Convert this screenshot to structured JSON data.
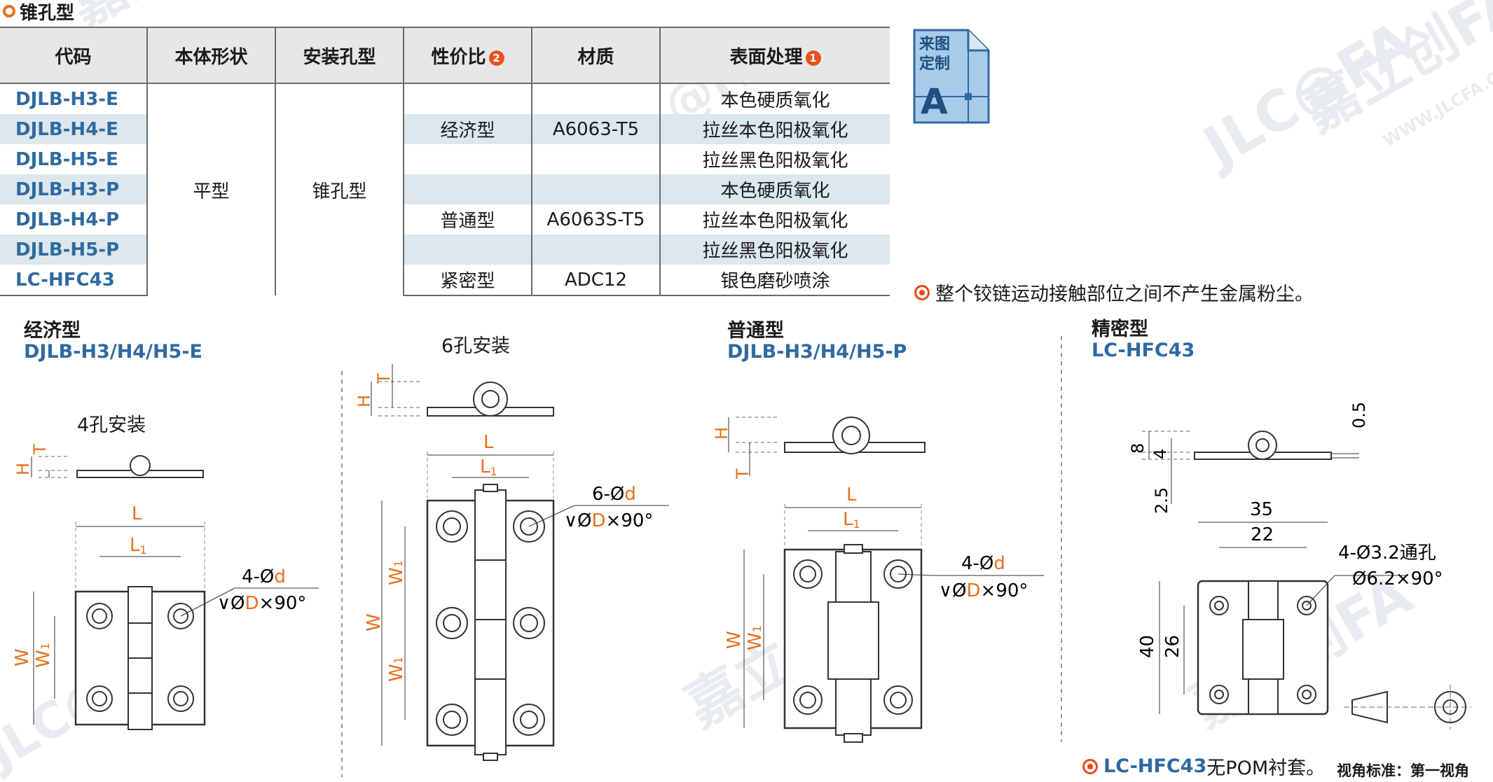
{
  "section_title": "锥孔型",
  "table": {
    "headers": [
      {
        "label": "代码",
        "marker": ""
      },
      {
        "label": "本体形状",
        "marker": ""
      },
      {
        "label": "安装孔型",
        "marker": ""
      },
      {
        "label": "性价比",
        "marker": "2"
      },
      {
        "label": "材质",
        "marker": ""
      },
      {
        "label": "表面处理",
        "marker": "1"
      }
    ],
    "codes": [
      "DJLB-H3-E",
      "DJLB-H4-E",
      "DJLB-H5-E",
      "DJLB-H3-P",
      "DJLB-H4-P",
      "DJLB-H5-P",
      "LC-HFC43"
    ],
    "body_shape": "平型",
    "hole_type": "锥孔型",
    "grade": [
      "经济型",
      "普通型",
      "紧密型"
    ],
    "material": [
      "A6063-T5",
      "A6063S-T5",
      "ADC12"
    ],
    "finish": [
      "本色硬质氧化",
      "拉丝本色阳极氧化",
      "拉丝黑色阳极氧化",
      "本色硬质氧化",
      "拉丝本色阳极氧化",
      "拉丝黑色阳极氧化",
      "银色磨砂喷涂"
    ]
  },
  "badge": {
    "line1": "来图",
    "line2": "定制",
    "letter": "A"
  },
  "note_dust": "整个铰链运动接触部位之间不产生金属粉尘。",
  "note_pom": {
    "code": "LC-HFC43",
    "text": "无POM衬套。"
  },
  "view_standard": "视角标准：第一视角",
  "watermark": {
    "brand": "JLC@FA",
    "cn": "嘉立创FA",
    "url": "WWW.JLCFA.COM"
  },
  "panels": {
    "economy": {
      "title": "经济型",
      "code": "DJLB-H3/H4/H5-E",
      "subtitle": "4孔安装"
    },
    "six_hole": {
      "subtitle": "6孔安装"
    },
    "normal": {
      "title": "普通型",
      "code": "DJLB-H3/H4/H5-P"
    },
    "precision": {
      "title": "精密型",
      "code": "LC-HFC43"
    }
  },
  "dims": {
    "L": "L",
    "L1": "L",
    "sub1": "1",
    "W": "W",
    "W1": "W",
    "H": "H",
    "T": "T",
    "hole4_a": "4-Ø",
    "hole6_a": "6-Ø",
    "d": "d",
    "cs_a": "Ø",
    "D": "D",
    "cs_b": "×90°",
    "p35": "35",
    "p22": "22",
    "p40": "40",
    "p26": "26",
    "p8": "8",
    "p4": "4",
    "p25": "2.5",
    "p05": "0.5",
    "hole_through": "4-Ø3.2通孔",
    "csink": "Ø6.2×90°"
  },
  "colors": {
    "orange": "#e8701c",
    "blue": "#2f6aa0",
    "red": "#e8511c",
    "shade": "#dce7ee",
    "header": "#e7e7e7",
    "badge_fill": "#a8cbea"
  }
}
